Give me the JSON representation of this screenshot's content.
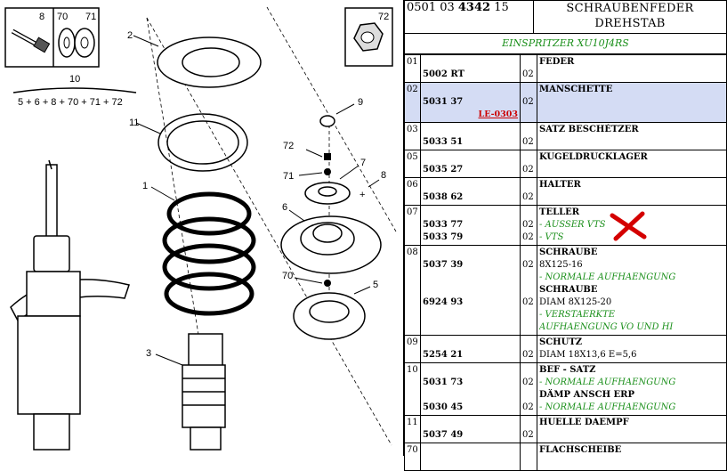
{
  "header": {
    "ref_prefix": "0501 03 ",
    "ref_bold": "4342",
    "ref_suffix": " 15",
    "title_line1": "SCHRAUBENFEDER",
    "title_line2": "DREHSTAB",
    "section": "EINSPRITZER XU10J4RS"
  },
  "diagram": {
    "callouts": [
      "8",
      "70",
      "71",
      "72",
      "10",
      "5 + 6 + 8 + 70 + 71 + 72",
      "2",
      "11",
      "1",
      "3",
      "9",
      "72",
      "71",
      "7",
      "8",
      "6",
      "70",
      "5"
    ]
  },
  "rows": [
    {
      "pos": "01",
      "entries": [
        {
          "ref": "5002 RT",
          "qty": "02"
        }
      ],
      "lines": [
        {
          "t": "FEDER",
          "b": true
        }
      ]
    },
    {
      "pos": "02",
      "highlight": true,
      "entries": [
        {
          "ref": "5031 37",
          "qty": "02"
        }
      ],
      "link": "LE-0303",
      "lines": [
        {
          "t": "MANSCHETTE",
          "b": true
        }
      ]
    },
    {
      "pos": "03",
      "entries": [
        {
          "ref": "5033 51",
          "qty": "02"
        }
      ],
      "lines": [
        {
          "t": "SATZ BESCHÈTZER",
          "b": true
        }
      ]
    },
    {
      "pos": "05",
      "entries": [
        {
          "ref": "5035 27",
          "qty": "02"
        }
      ],
      "lines": [
        {
          "t": "KUGELDRUCKLAGER",
          "b": true
        }
      ]
    },
    {
      "pos": "06",
      "entries": [
        {
          "ref": "5038 62",
          "qty": "02"
        }
      ],
      "lines": [
        {
          "t": "HALTER",
          "b": true
        }
      ]
    },
    {
      "pos": "07",
      "entries": [
        {
          "ref": "5033 77",
          "qty": "02"
        },
        {
          "ref": "5033 79",
          "qty": "02"
        }
      ],
      "lines": [
        {
          "t": "TELLER",
          "b": true
        },
        {
          "t": "- AUSSER VTS",
          "g": true
        },
        {
          "t": "- VTS",
          "g": true
        }
      ]
    },
    {
      "pos": "08",
      "entries": [
        {
          "ref": "5037 39",
          "qty": "02"
        },
        {
          "ref": "6924 93",
          "qty": "02"
        }
      ],
      "lines": [
        {
          "t": "SCHRAUBE",
          "b": true
        },
        {
          "t": "8X125-16"
        },
        {
          "t": "- NORMALE AUFHAENGUNG",
          "g": true
        },
        {
          "t": "SCHRAUBE",
          "b": true
        },
        {
          "t": "DIAM 8X125-20"
        },
        {
          "t": "- VERSTAERKTE",
          "g": true
        },
        {
          "t": "AUFHAENGUNG VO UND HI",
          "g": true
        }
      ]
    },
    {
      "pos": "09",
      "entries": [
        {
          "ref": "5254 21",
          "qty": "02"
        }
      ],
      "lines": [
        {
          "t": "SCHUTZ",
          "b": true
        },
        {
          "t": "DIAM 18X13,6 E=5,6"
        }
      ]
    },
    {
      "pos": "10",
      "entries": [
        {
          "ref": "5031 73",
          "qty": "02"
        },
        {
          "ref": "5030 45",
          "qty": "02"
        }
      ],
      "lines": [
        {
          "t": "BEF - SATZ",
          "b": true
        },
        {
          "t": "- NORMALE AUFHAENGUNG",
          "g": true
        },
        {
          "t": "DÄMP ANSCH ERP",
          "b": true
        },
        {
          "t": "- NORMALE AUFHAENGUNG",
          "g": true
        }
      ]
    },
    {
      "pos": "11",
      "entries": [
        {
          "ref": "5037 49",
          "qty": "02"
        }
      ],
      "lines": [
        {
          "t": "HUELLE DAEMPF",
          "b": true
        }
      ]
    },
    {
      "pos": "70",
      "entries": [],
      "lines": [
        {
          "t": "FLACHSCHEIBE",
          "b": true
        }
      ]
    }
  ]
}
